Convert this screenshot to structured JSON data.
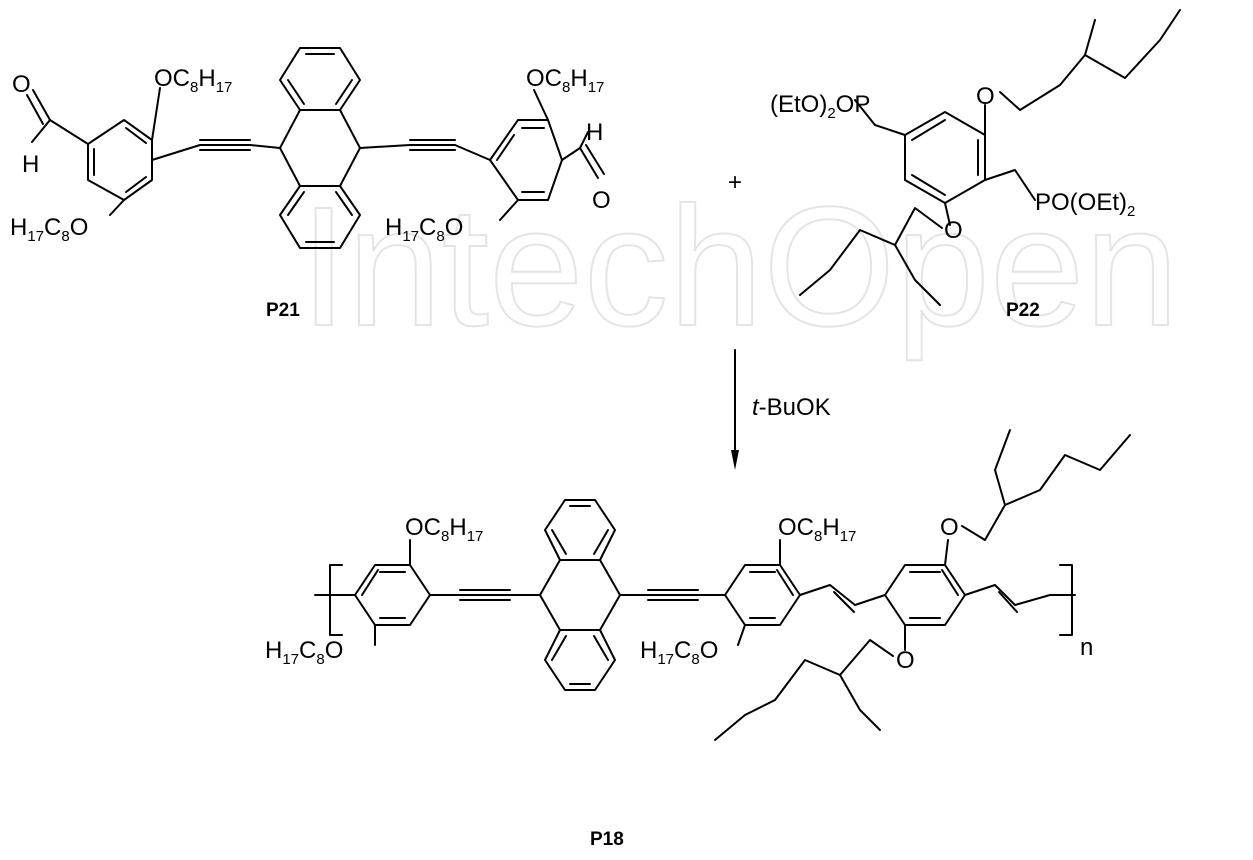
{
  "watermark": "IntechOpen",
  "compounds": {
    "p21": "P21",
    "p22": "P22",
    "p18": "P18"
  },
  "reagent": {
    "prefix": "t",
    "rest": "-BuOK"
  },
  "plus_sign": "+",
  "substituents": {
    "oc8h17": {
      "a": "OC",
      "b": "8",
      "c": "H",
      "d": "17"
    },
    "h17c8o": {
      "a": "H",
      "b": "17",
      "c": "C",
      "d": "8",
      "e": "O"
    },
    "eto2op": {
      "a": "(EtO)",
      "b": "2",
      "c": "OP"
    },
    "poet2": {
      "a": "PO(OEt)",
      "b": "2"
    },
    "oxygen": "O",
    "hydrogen": "H",
    "repeat_n": "n"
  }
}
